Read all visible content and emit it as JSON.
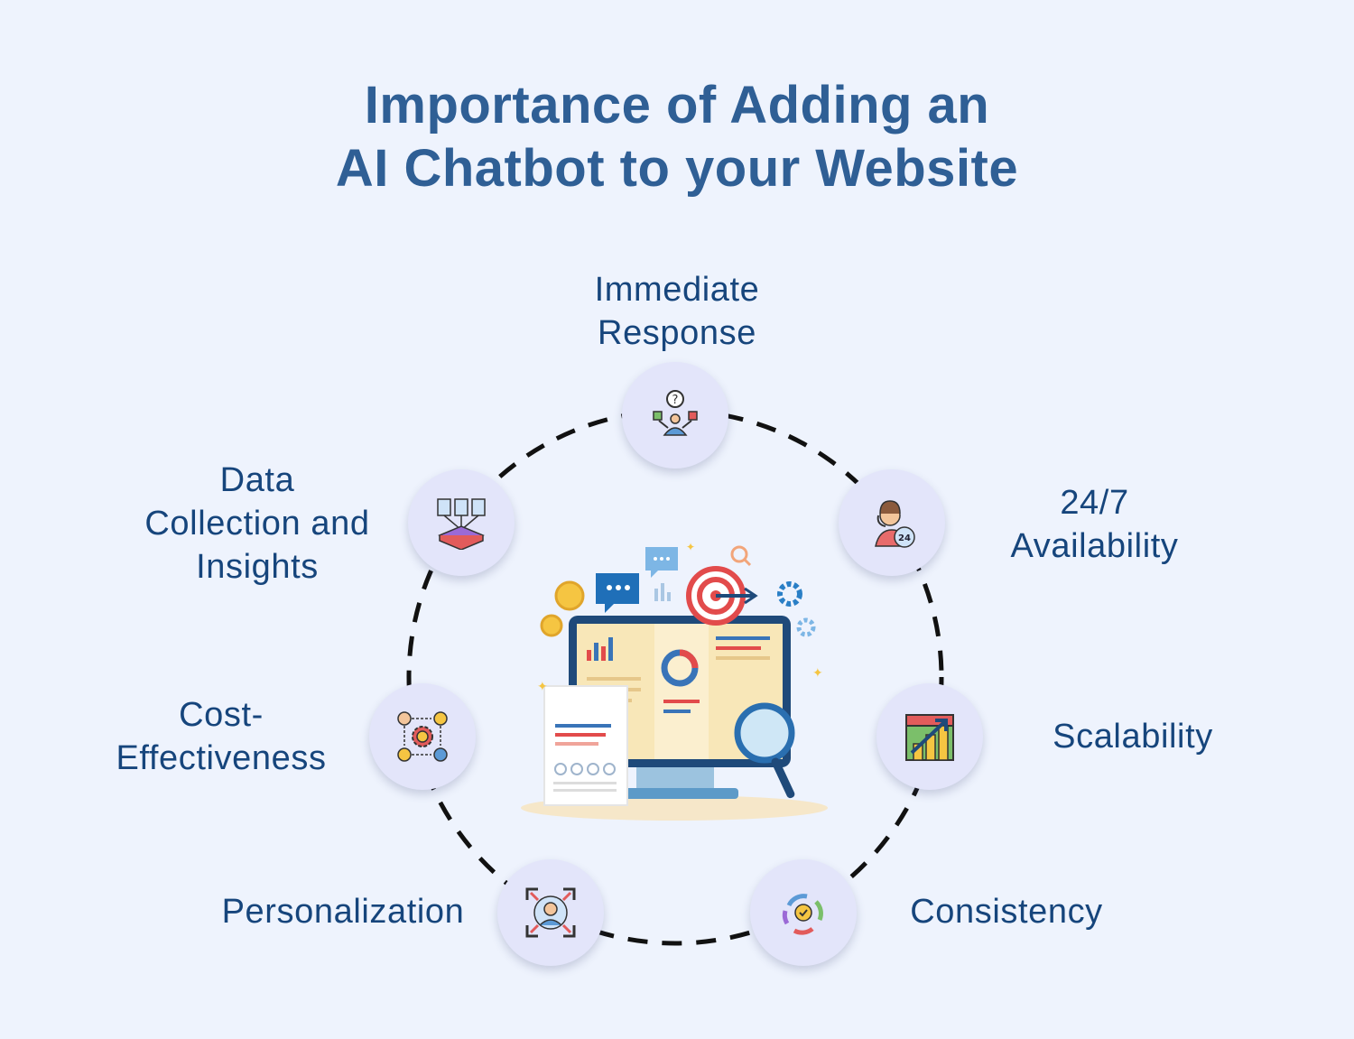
{
  "title": {
    "line1": "Importance of  Adding an",
    "line2": "AI Chatbot to your Website"
  },
  "benefits": [
    {
      "lines": [
        "Immediate",
        "Response"
      ],
      "icon": "question-person-icon"
    },
    {
      "lines": [
        "24/7",
        "Availability"
      ],
      "icon": "support-agent-icon"
    },
    {
      "lines": [
        "Scalability"
      ],
      "icon": "growth-chart-icon"
    },
    {
      "lines": [
        "Consistency"
      ],
      "icon": "cycle-arrows-icon"
    },
    {
      "lines": [
        "Personalization"
      ],
      "icon": "user-focus-icon"
    },
    {
      "lines": [
        "Cost-",
        "Effectiveness"
      ],
      "icon": "cost-gear-icon"
    },
    {
      "lines": [
        "Data",
        "Collection and",
        "Insights"
      ],
      "icon": "data-collection-icon"
    }
  ],
  "center_icon": "analytics-dashboard-icon",
  "colors": {
    "title": "#2f5f95",
    "label": "#16457c",
    "node": "#e3e5fa",
    "background": "#eef3fd"
  }
}
